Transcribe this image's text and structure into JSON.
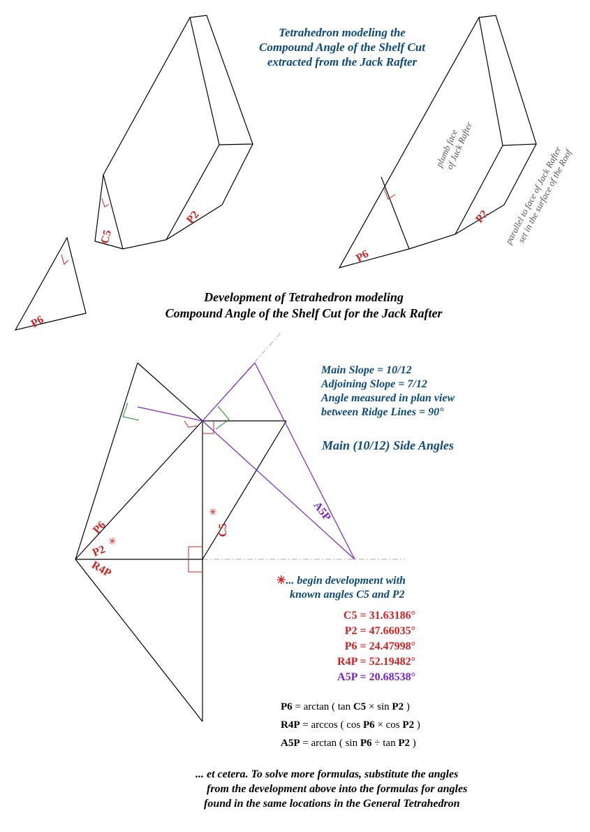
{
  "titles": {
    "top": [
      "Tetrahedron modeling the",
      "Compound Angle of the Shelf Cut",
      "extracted from the Jack Rafter"
    ],
    "development": [
      "Development of Tetrahedron modeling",
      "Compound Angle of the Shelf Cut for the Jack Rafter"
    ]
  },
  "annotations": {
    "plumb_face": [
      "plumb face",
      "of Jack Rafter"
    ],
    "parallel_face": [
      "parallel to face of Jack Rafter",
      "set in the surface of the Roof"
    ]
  },
  "labels": {
    "c5": "C5",
    "p2": "P2",
    "p6": "P6",
    "r4p": "R4P",
    "a5p": "A5P",
    "asterisk": "✳"
  },
  "info": {
    "main_slope": "Main Slope = 10/12",
    "adjoining_slope": "Adjoining Slope = 7/12",
    "angle_plan_1": "Angle measured in plan view",
    "angle_plan_2": "between Ridge Lines = 90°",
    "side_angles": "Main (10/12) Side Angles"
  },
  "note": {
    "line1": "... begin development with",
    "line2": "known angles C5 and P2"
  },
  "angles": [
    {
      "text": "C5 = 31.63186°",
      "color": "#d42020"
    },
    {
      "text": "P2 = 47.66035°",
      "color": "#d42020"
    },
    {
      "text": "P6 = 24.47998°",
      "color": "#d42020"
    },
    {
      "text": "R4P = 52.19482°",
      "color": "#d42020"
    },
    {
      "text": "A5P = 20.68538°",
      "color": "#7b22c8"
    }
  ],
  "formulas": {
    "f1_name": "P6",
    "f1_rest_a": " = arctan ( tan ",
    "f1_v1": "C5",
    "f1_rest_b": " × sin ",
    "f1_v2": "P2",
    "f1_end": " )",
    "f2_name": "R4P",
    "f2_rest_a": " = arccos ( cos ",
    "f2_v1": "P6",
    "f2_rest_b": " × cos ",
    "f2_v2": "P2",
    "f2_end": " )",
    "f3_name": "A5P",
    "f3_rest_a": " = arctan ( sin ",
    "f3_v1": "P6",
    "f3_rest_b": " ÷ tan ",
    "f3_v2": "P2",
    "f3_end": " )"
  },
  "etcetera": [
    "... et cetera. To solve more formulas, substitute the angles",
    "from the development above into the formulas for angles",
    "found in the same locations in the General Tetrahedron"
  ],
  "colors": {
    "red": "#d42020",
    "purple": "#7b22c8",
    "green": "#1a8a1a",
    "blue_text": "#0b4a7a",
    "gray_line": "#aaaaaa"
  }
}
